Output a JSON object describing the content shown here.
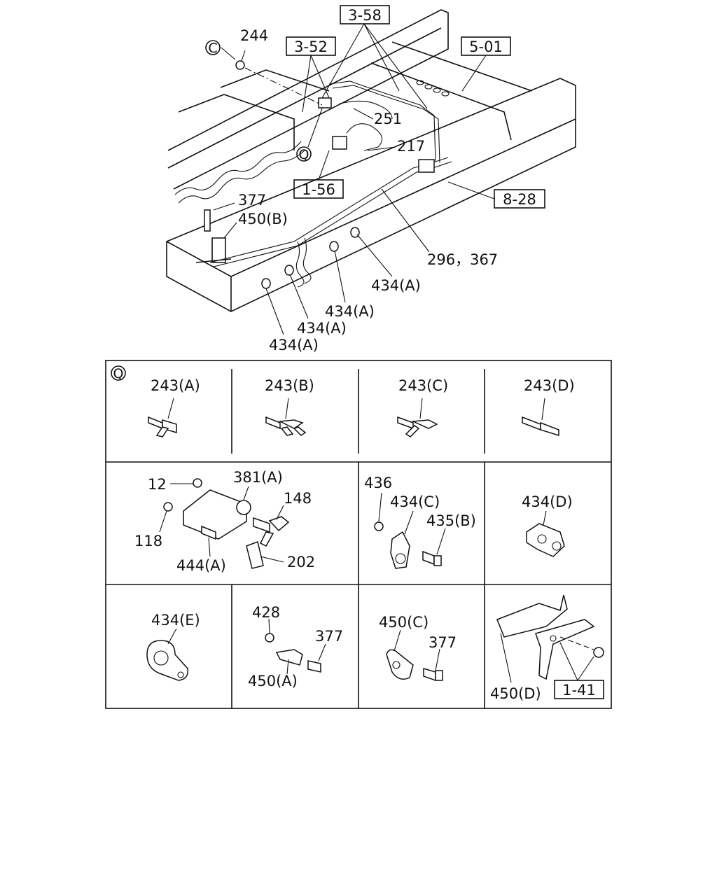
{
  "top_diagram": {
    "refs": {
      "r358": "3-58",
      "r352": "3-52",
      "r501": "5-01",
      "r156": "1-56",
      "r828": "8-28"
    },
    "circle_c": "C",
    "circle_q": "Q",
    "labels": {
      "p244": "244",
      "p251": "251",
      "p217": "217",
      "p377": "377",
      "p450b": "450(B)",
      "p296": "296，367",
      "p434a_1": "434(A)",
      "p434a_2": "434(A)",
      "p434a_3": "434(A)",
      "p434a_4": "434(A)"
    }
  },
  "detail_table": {
    "corner_mark": "Q",
    "row1": {
      "c1": "243(A)",
      "c2": "243(B)",
      "c3": "243(C)",
      "c4": "243(D)"
    },
    "row2": {
      "c1": {
        "p12": "12",
        "p381a": "381(A)",
        "p148": "148",
        "p118": "118",
        "p444a": "444(A)",
        "p202": "202"
      },
      "c2": {
        "p436": "436",
        "p434c": "434(C)",
        "p435b": "435(B)"
      },
      "c3": {
        "p434d": "434(D)"
      }
    },
    "row3": {
      "c1": {
        "p434e": "434(E)"
      },
      "c2": {
        "p428": "428",
        "p377": "377",
        "p450a": "450(A)"
      },
      "c3": {
        "p450c": "450(C)",
        "p377": "377"
      },
      "c4": {
        "p450d": "450(D)",
        "r141": "1-41"
      }
    }
  }
}
